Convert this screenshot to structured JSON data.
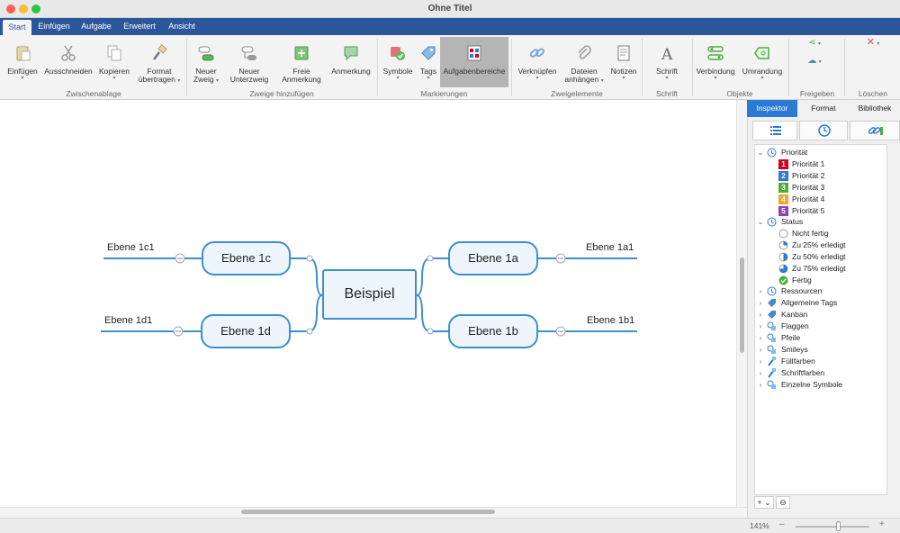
{
  "window": {
    "title": "Ohne Titel"
  },
  "menu_tabs": [
    "Start",
    "Einfügen",
    "Aufgabe",
    "Erweitert",
    "Ansicht"
  ],
  "ribbon": {
    "buttons": [
      {
        "id": "einfuegen",
        "line1": "Einfügen",
        "line2": ""
      },
      {
        "id": "ausschneiden",
        "line1": "Ausschneiden",
        "line2": ""
      },
      {
        "id": "kopieren",
        "line1": "Kopieren",
        "line2": ""
      },
      {
        "id": "format",
        "line1": "Format",
        "line2": "übertragen"
      },
      {
        "id": "neuer-zweig",
        "line1": "Neuer",
        "line2": "Zweig"
      },
      {
        "id": "neuer-unterzweig",
        "line1": "Neuer",
        "line2": "Unterzweig"
      },
      {
        "id": "freie-anmerkung",
        "line1": "Freie",
        "line2": "Anmerkung"
      },
      {
        "id": "anmerkung",
        "line1": "Anmerkung",
        "line2": ""
      },
      {
        "id": "symbole",
        "line1": "Symbole",
        "line2": ""
      },
      {
        "id": "tags",
        "line1": "Tags",
        "line2": ""
      },
      {
        "id": "aufgabenbereiche",
        "line1": "Aufgabenbereiche",
        "line2": ""
      },
      {
        "id": "verknuepfen",
        "line1": "Verknüpfen",
        "line2": ""
      },
      {
        "id": "dateien",
        "line1": "Dateien",
        "line2": "anhängen"
      },
      {
        "id": "notizen",
        "line1": "Notizen",
        "line2": ""
      },
      {
        "id": "schrift",
        "line1": "Schrift",
        "line2": ""
      },
      {
        "id": "verbindung",
        "line1": "Verbindung",
        "line2": ""
      },
      {
        "id": "umrandung",
        "line1": "Umrandung",
        "line2": ""
      }
    ],
    "groups": [
      "Zwischenablage",
      "Zweige hinzufügen",
      "Markierungen",
      "Zweigelemente",
      "Schrift",
      "Objekte",
      "Freigeben",
      "Löschen"
    ]
  },
  "mindmap": {
    "central": "Beispiel",
    "nodes": [
      "Ebene 1a",
      "Ebene 1b",
      "Ebene 1c",
      "Ebene 1d"
    ],
    "leaves": [
      "Ebene 1a1",
      "Ebene 1b1",
      "Ebene 1c1",
      "Ebene 1d1"
    ]
  },
  "inspector": {
    "tabs": [
      "Inspektor",
      "Format",
      "Bibliothek"
    ],
    "tree": {
      "prioritaet": "Priorität",
      "priorities": [
        {
          "num": "1",
          "label": "Priorität 1",
          "color": "#d0021b"
        },
        {
          "num": "2",
          "label": "Priorität 2",
          "color": "#2b7ad6"
        },
        {
          "num": "3",
          "label": "Priorität 3",
          "color": "#4caf3a"
        },
        {
          "num": "4",
          "label": "Priorität 4",
          "color": "#f5a623"
        },
        {
          "num": "5",
          "label": "Priorität 5",
          "color": "#8e44ad"
        }
      ],
      "status": "Status",
      "statuses": [
        "Nicht fertig",
        "Zu 25% erledigt",
        "Zu 50% erledigt",
        "Zu 75% erledigt",
        "Fertig"
      ],
      "categories": [
        "Ressourcen",
        "Allgemeine Tags",
        "Kanban",
        "Flaggen",
        "Pfeile",
        "Smileys",
        "Füllfarben",
        "Schriftfarben",
        "Einzelne Symbole"
      ]
    },
    "footer": {
      "add": "+ ⌄",
      "remove": "⊖"
    }
  },
  "status_bar": {
    "zoom": "141%",
    "zoom_minus": "–",
    "zoom_plus": "+"
  }
}
